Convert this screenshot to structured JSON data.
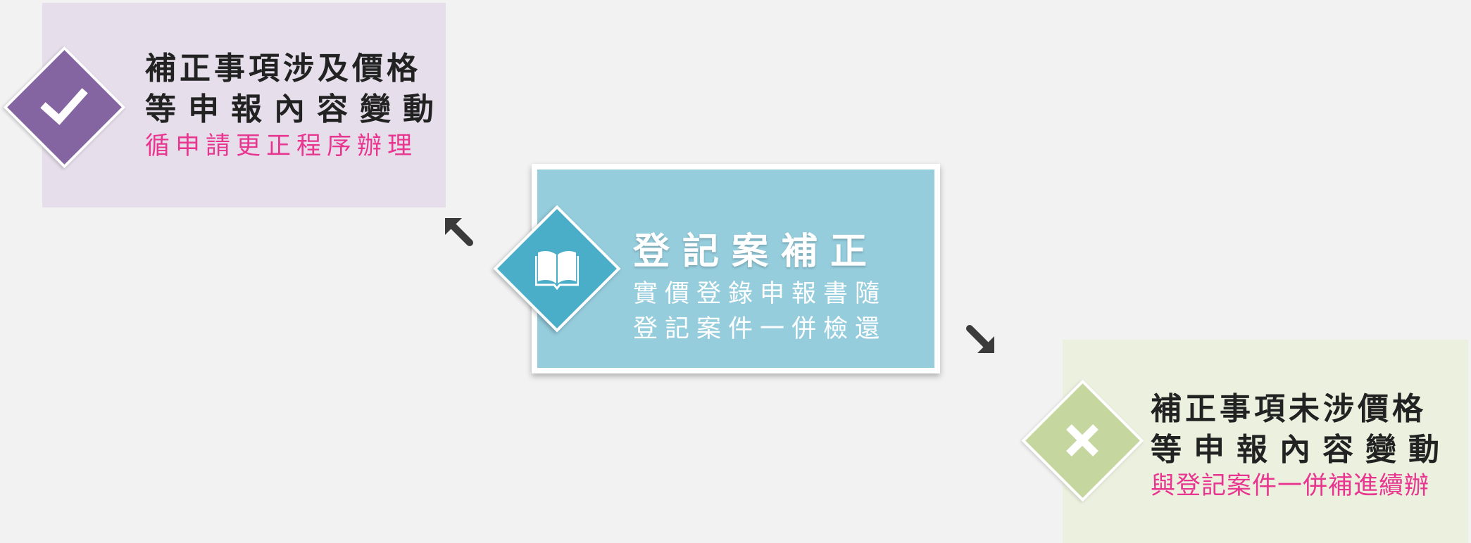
{
  "center": {
    "title": "登記案補正",
    "sub_line1": "實價登錄申報書隨",
    "sub_line2": "登記案件一併檢還",
    "icon": "book-icon"
  },
  "top_left": {
    "heading_line1": "補正事項涉及價格",
    "heading_line2": "等申報內容變動",
    "note": "循申請更正程序辦理",
    "icon": "checkmark-icon"
  },
  "bottom_right": {
    "heading_line1": "補正事項未涉價格",
    "heading_line2": "等申報內容變動",
    "note": "與登記案件一併補進續辦",
    "icon": "x-mark-icon"
  },
  "arrows": [
    "arrow-up-left-icon",
    "arrow-down-right-icon"
  ],
  "colors": {
    "background": "#f2f2f2",
    "purple_panel": "#e6dfeb",
    "purple_diamond": "#8465a2",
    "teal_card": "#95cddd",
    "teal_diamond": "#4aaec8",
    "green_panel": "#ebf0df",
    "green_diamond": "#c5d79e",
    "pink_text": "#e8358f",
    "dark_text": "#222222"
  }
}
